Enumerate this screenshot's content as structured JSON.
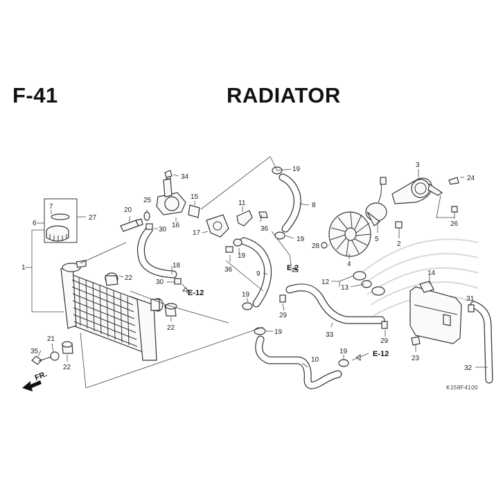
{
  "header": {
    "section": "F-41",
    "title": "RADIATOR"
  },
  "figure_code": "K158F4100",
  "front_marker": "FR.",
  "refs": [
    "E-2",
    "E-12",
    "E-12"
  ],
  "callouts": [
    {
      "n": "1"
    },
    {
      "n": "2"
    },
    {
      "n": "3"
    },
    {
      "n": "4"
    },
    {
      "n": "5"
    },
    {
      "n": "6"
    },
    {
      "n": "7"
    },
    {
      "n": "8"
    },
    {
      "n": "9"
    },
    {
      "n": "10"
    },
    {
      "n": "11"
    },
    {
      "n": "12"
    },
    {
      "n": "13"
    },
    {
      "n": "14"
    },
    {
      "n": "15"
    },
    {
      "n": "16"
    },
    {
      "n": "17"
    },
    {
      "n": "18"
    },
    {
      "n": "19"
    },
    {
      "n": "19"
    },
    {
      "n": "19"
    },
    {
      "n": "19"
    },
    {
      "n": "19"
    },
    {
      "n": "19"
    },
    {
      "n": "20"
    },
    {
      "n": "21"
    },
    {
      "n": "22"
    },
    {
      "n": "22"
    },
    {
      "n": "22"
    },
    {
      "n": "23"
    },
    {
      "n": "24"
    },
    {
      "n": "25"
    },
    {
      "n": "26"
    },
    {
      "n": "27"
    },
    {
      "n": "28"
    },
    {
      "n": "29"
    },
    {
      "n": "29"
    },
    {
      "n": "30"
    },
    {
      "n": "30"
    },
    {
      "n": "31"
    },
    {
      "n": "32"
    },
    {
      "n": "33"
    },
    {
      "n": "34"
    },
    {
      "n": "35"
    },
    {
      "n": "36"
    },
    {
      "n": "36"
    }
  ]
}
